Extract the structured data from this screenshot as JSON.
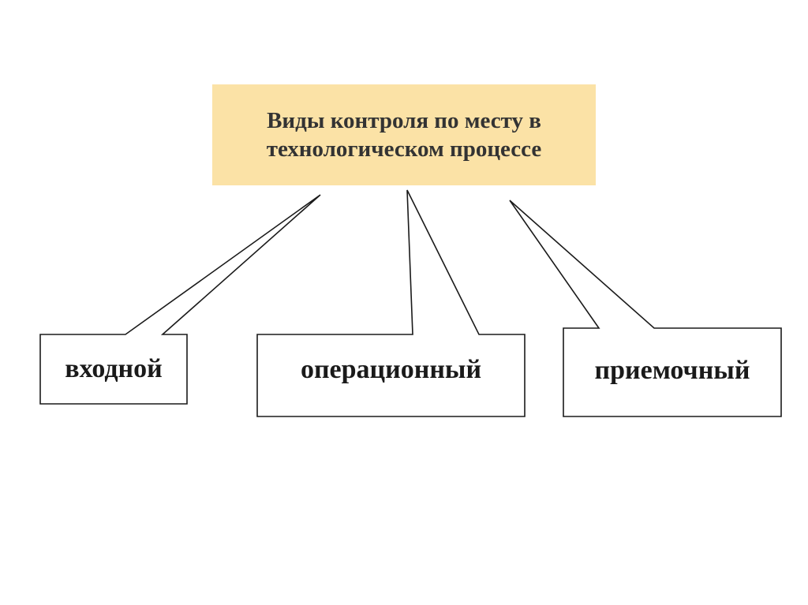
{
  "diagram": {
    "title": "Виды контроля по месту в технологическом процессе",
    "nodes": [
      {
        "id": "input",
        "label": "входной"
      },
      {
        "id": "operational",
        "label": "операционный"
      },
      {
        "id": "acceptance",
        "label": "приемочный"
      }
    ]
  },
  "colors": {
    "title_fill": "#fbe2a6",
    "box_stroke": "#1a1a1a",
    "box_fill": "#ffffff"
  }
}
